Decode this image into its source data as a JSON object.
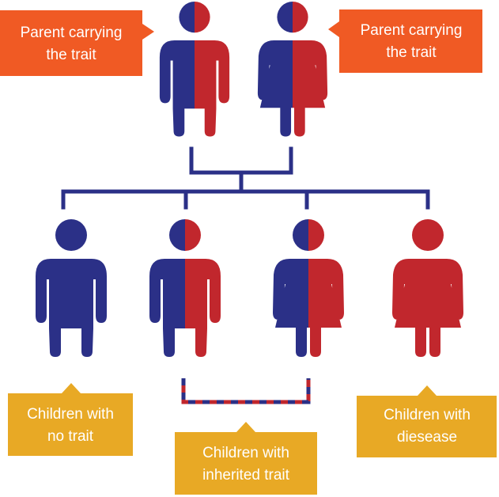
{
  "colors": {
    "blue": "#2B3087",
    "red": "#C1272D",
    "parent_callout": "#F05A24",
    "child_callout": "#E8A925",
    "text": "#FFFFFF"
  },
  "callouts": {
    "father": {
      "line1": "Parent carrying",
      "line2": "the trait"
    },
    "mother": {
      "line1": "Parent carrying",
      "line2": "the trait"
    },
    "no_trait": {
      "line1": "Children with",
      "line2": "no trait"
    },
    "inherited": {
      "line1": "Children with",
      "line2": "inherited trait"
    },
    "disease": {
      "line1": "Children with",
      "line2": "diesease"
    }
  },
  "figures": [
    {
      "id": "father",
      "gender": "male",
      "fill": "half"
    },
    {
      "id": "mother",
      "gender": "female",
      "fill": "half"
    },
    {
      "id": "child-no-trait",
      "gender": "male",
      "fill": "blue"
    },
    {
      "id": "child-carrier-male",
      "gender": "male",
      "fill": "half"
    },
    {
      "id": "child-carrier-female",
      "gender": "female",
      "fill": "half"
    },
    {
      "id": "child-disease",
      "gender": "female",
      "fill": "red"
    }
  ]
}
